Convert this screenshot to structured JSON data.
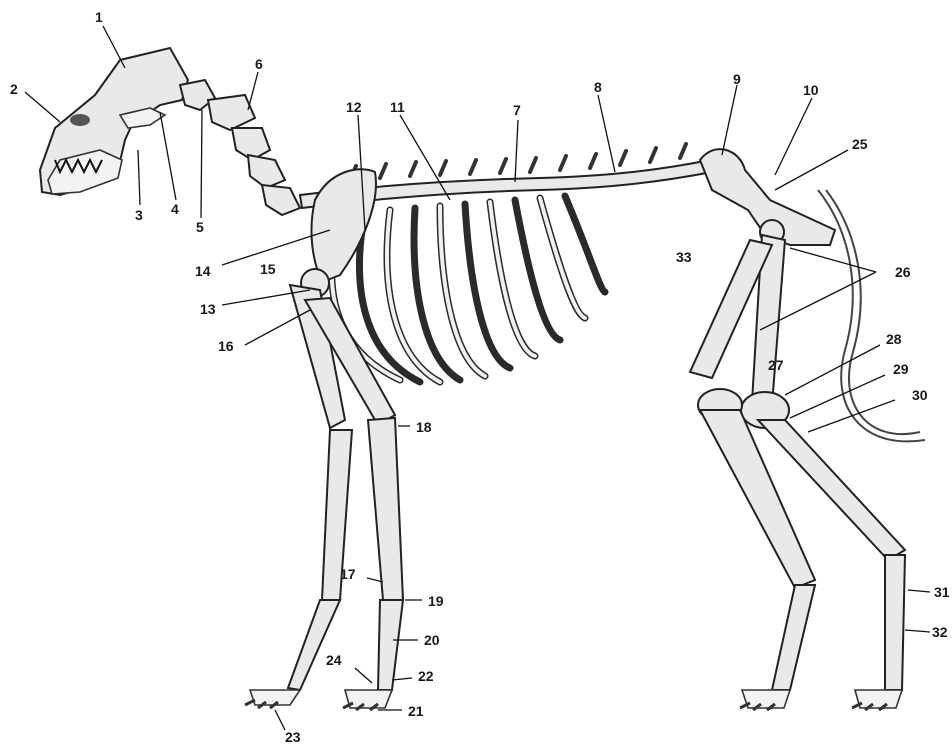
{
  "labels": [
    {
      "id": "l1",
      "text": "1"
    },
    {
      "id": "l2",
      "text": "2"
    },
    {
      "id": "l3",
      "text": "3"
    },
    {
      "id": "l4",
      "text": "4"
    },
    {
      "id": "l5",
      "text": "5"
    },
    {
      "id": "l6",
      "text": "6"
    },
    {
      "id": "l7",
      "text": "7"
    },
    {
      "id": "l8",
      "text": "8"
    },
    {
      "id": "l9",
      "text": "9"
    },
    {
      "id": "l10",
      "text": "10"
    },
    {
      "id": "l11",
      "text": "11"
    },
    {
      "id": "l12",
      "text": "12"
    },
    {
      "id": "l13",
      "text": "13"
    },
    {
      "id": "l14",
      "text": "14"
    },
    {
      "id": "l15",
      "text": "15"
    },
    {
      "id": "l16",
      "text": "16"
    },
    {
      "id": "l17",
      "text": "17"
    },
    {
      "id": "l18",
      "text": "18"
    },
    {
      "id": "l19",
      "text": "19"
    },
    {
      "id": "l20",
      "text": "20"
    },
    {
      "id": "l21",
      "text": "21"
    },
    {
      "id": "l22",
      "text": "22"
    },
    {
      "id": "l23",
      "text": "23"
    },
    {
      "id": "l24",
      "text": "24"
    },
    {
      "id": "l25",
      "text": "25"
    },
    {
      "id": "l26",
      "text": "26"
    },
    {
      "id": "l27",
      "text": "27"
    },
    {
      "id": "l28",
      "text": "28"
    },
    {
      "id": "l29",
      "text": "29"
    },
    {
      "id": "l30",
      "text": "30"
    },
    {
      "id": "l31",
      "text": "31"
    },
    {
      "id": "l32",
      "text": "32"
    },
    {
      "id": "l33",
      "text": "33"
    }
  ],
  "colors": {
    "bone": "#e9e9e9",
    "outline": "#222222",
    "background": "#ffffff"
  }
}
